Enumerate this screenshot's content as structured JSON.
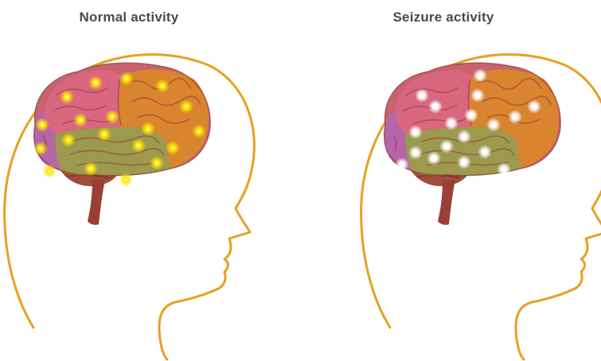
{
  "panels": [
    {
      "title": "Normal activity",
      "state": "normal"
    },
    {
      "title": "Seizure activity",
      "state": "seizure"
    }
  ],
  "colors": {
    "head_outline": "#E8A021",
    "frontal_lobe": "#D9677F",
    "parietal_lobe": "#D9842E",
    "temporal_lobe": "#9C9A4E",
    "occipital_lobe": "#B566A8",
    "cerebellum": "#A24B3C",
    "brainstem": "#9A3F33",
    "normal_spot": "#FFE600",
    "seizure_spot": "#FFFFFF",
    "title_text": "#4A4A4A"
  }
}
